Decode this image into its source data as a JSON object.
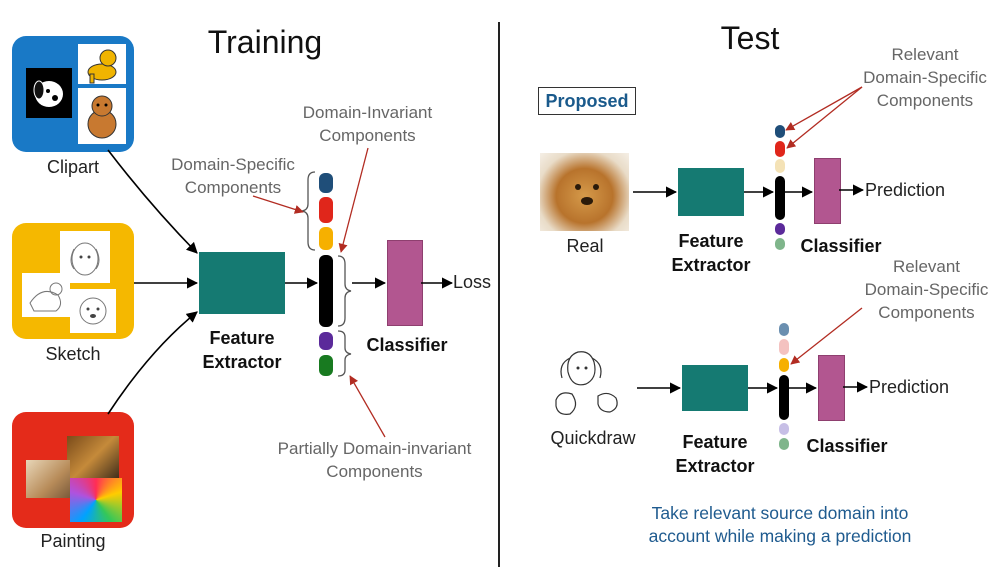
{
  "training": {
    "title": "Training",
    "domains": [
      "Clipart",
      "Sketch",
      "Painting"
    ],
    "feature_extractor": "Feature\nExtractor",
    "classifier": "Classifier",
    "loss": "Loss",
    "annot_invariant": "Domain-Invariant\nComponents",
    "annot_specific": "Domain-Specific\nComponents",
    "annot_partial": "Partially Domain-invariant\nComponents"
  },
  "test": {
    "title": "Test",
    "badge": "Proposed",
    "top": {
      "input": "Real",
      "annot": "Relevant\nDomain-Specific\nComponents",
      "feature_extractor": "Feature\nExtractor",
      "classifier": "Classifier",
      "output": "Prediction"
    },
    "bottom": {
      "input": "Quickdraw",
      "annot": "Relevant\nDomain-Specific\nComponents",
      "feature_extractor": "Feature\nExtractor",
      "classifier": "Classifier",
      "output": "Prediction"
    },
    "note": "Take relevant source domain into\naccount while making a prediction"
  },
  "colors": {
    "clipart": "#1979c6",
    "sketch": "#f5b800",
    "painting": "#e42b1a",
    "feature": "#157a72",
    "classifier": "#b25690",
    "pill_blue": "#1f4e79",
    "pill_red": "#e0261b",
    "pill_orange": "#f6b000",
    "pill_black": "#000000",
    "pill_purple": "#5b2a9a",
    "pill_green": "#187a20",
    "pill_faded_blue": "#6a8fb0",
    "pill_faded_pink": "#f4c2c0",
    "pill_faded_cream": "#f4e2b6",
    "pill_faded_purple": "#c7bfe6",
    "pill_faded_green": "#7fb58b",
    "arrow_red": "#b22c22",
    "note": "#1f5b8f"
  }
}
